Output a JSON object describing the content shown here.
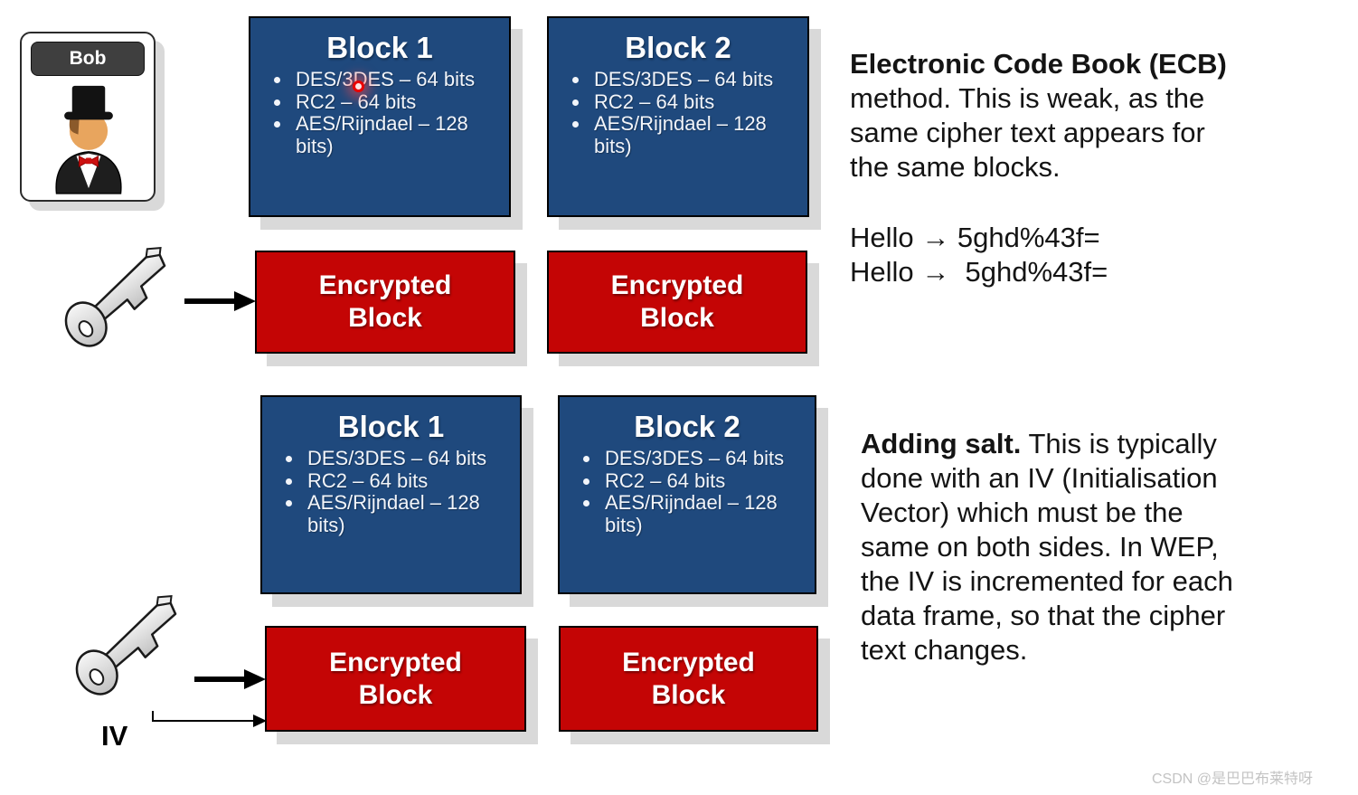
{
  "palette": {
    "block_blue": "#1F497D",
    "block_red": "#C40505",
    "shadow_gray": "#D9D9D9",
    "label_dark": "#3F3F3F",
    "cursor_red": "#E90000"
  },
  "icons": {
    "person_avatar": "man-in-top-hat-avatar",
    "key": "metal-key-icon",
    "arrow_right": "thick-right-arrow",
    "iv_connector": "elbow-line-with-arrowhead",
    "cursor": "red-glow-cursor-dot"
  },
  "bob": {
    "label": "Bob"
  },
  "blocks": {
    "block1_title": "Block 1",
    "block2_title": "Block 2",
    "bullets": [
      "DES/3DES – 64 bits",
      "RC2 – 64 bits",
      "AES/Rijndael – 128 bits)"
    ],
    "encrypted_label": "Encrypted Block"
  },
  "ecb": {
    "title": "Electronic Code Book (ECB)",
    "lines": [
      "method. This is weak, as the",
      "same cipher text appears for",
      "the same blocks."
    ],
    "hello_lines": [
      "Hello → 5ghd%43f=",
      "Hello →  5ghd%43f="
    ]
  },
  "salt": {
    "title": "Adding salt.",
    "title_rest": " This is typically",
    "lines": [
      "done with an IV (Initialisation",
      "Vector) which must be the",
      "same on both sides. In WEP,",
      "the IV is incremented for each",
      "data frame, so that the cipher",
      "text changes."
    ]
  },
  "iv_label": "IV",
  "watermark": "CSDN @是巴巴布莱特呀"
}
